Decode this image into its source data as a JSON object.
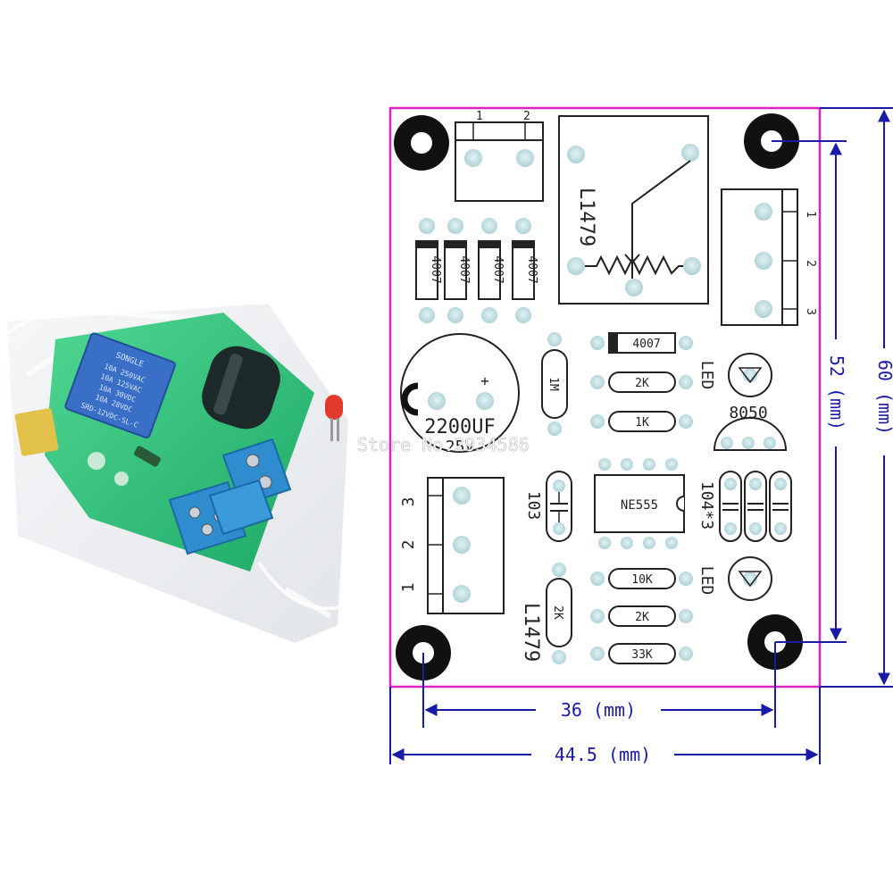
{
  "watermark": "Store No.2934586",
  "photo": {
    "relay_text": [
      "10A 250VAC",
      "10A 125VAC",
      "10A 30VDC",
      "10A 28VDC",
      "SRD-12VDC-SL-C"
    ],
    "relay_brand": "SONGLE"
  },
  "pcb": {
    "terminal_top_labels": [
      "1",
      "2"
    ],
    "terminal_right_labels": [
      "1",
      "2",
      "3"
    ],
    "terminal_left_labels": [
      "3",
      "2",
      "1"
    ],
    "diodes": [
      "4007",
      "4007",
      "4007",
      "4007"
    ],
    "diode_single": "4007",
    "relay_label": "L1479",
    "sensor_label": "L1479",
    "capacitor_label": "2200UF",
    "capacitor_voltage": "25V",
    "capacitor_plus": "+",
    "resistor_1m": "1M",
    "resistor_2k_top": "2K",
    "resistor_1k": "1K",
    "resistor_10k": "10K",
    "resistor_2k_bottom": "2K",
    "resistor_33k": "33K",
    "resistor_2k_vertical": "2K",
    "transistor": "8050",
    "led_top": "LED",
    "led_bottom": "LED",
    "ic": "NE555",
    "cap_103": "103",
    "cap_104x3": "104*3"
  },
  "dimensions": {
    "height_total": "60 (mm)",
    "height_holes": "52 (mm)",
    "width_holes": "36 (mm)",
    "width_total": "44.5 (mm)"
  },
  "colors": {
    "board_outline": "#e020c0",
    "dimension_lines": "#1a1aa8",
    "pads": "#b8d8dc",
    "pcb_green": "#2fc27a",
    "terminal_blue": "#2e8ccf",
    "relay_blue": "#3a6fc8"
  }
}
